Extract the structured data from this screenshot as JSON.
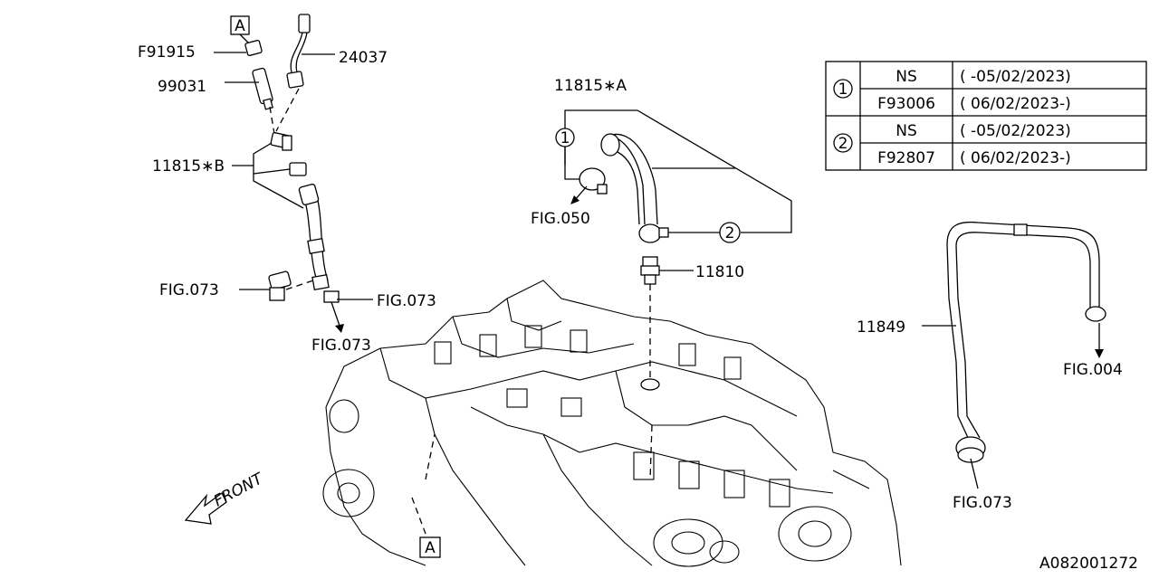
{
  "labels": {
    "box_a_top": "A",
    "box_a_bottom": "A",
    "f91915": "F91915",
    "p99031": "99031",
    "p24037": "24037",
    "p11815b": "11815∗B",
    "fig073_left": "FIG.073",
    "fig073_right": "FIG.073",
    "fig073_below": "FIG.073",
    "p11815a": "11815∗A",
    "fig050": "FIG.050",
    "p11810": "11810",
    "p11849": "11849",
    "fig004": "FIG.004",
    "fig073_hose": "FIG.073",
    "front": "FRONT",
    "callout_1": "1",
    "callout_2": "2",
    "drawing_id": "A082001272"
  },
  "table": {
    "rows": [
      {
        "group": "1",
        "part": "NS",
        "date": "( -05/02/2023)"
      },
      {
        "group": "1",
        "part": "F93006",
        "date": "( 06/02/2023-)"
      },
      {
        "group": "2",
        "part": "NS",
        "date": "( -05/02/2023)"
      },
      {
        "group": "2",
        "part": "F92807",
        "date": "( 06/02/2023-)"
      }
    ],
    "group_1": "1",
    "group_2": "2"
  }
}
